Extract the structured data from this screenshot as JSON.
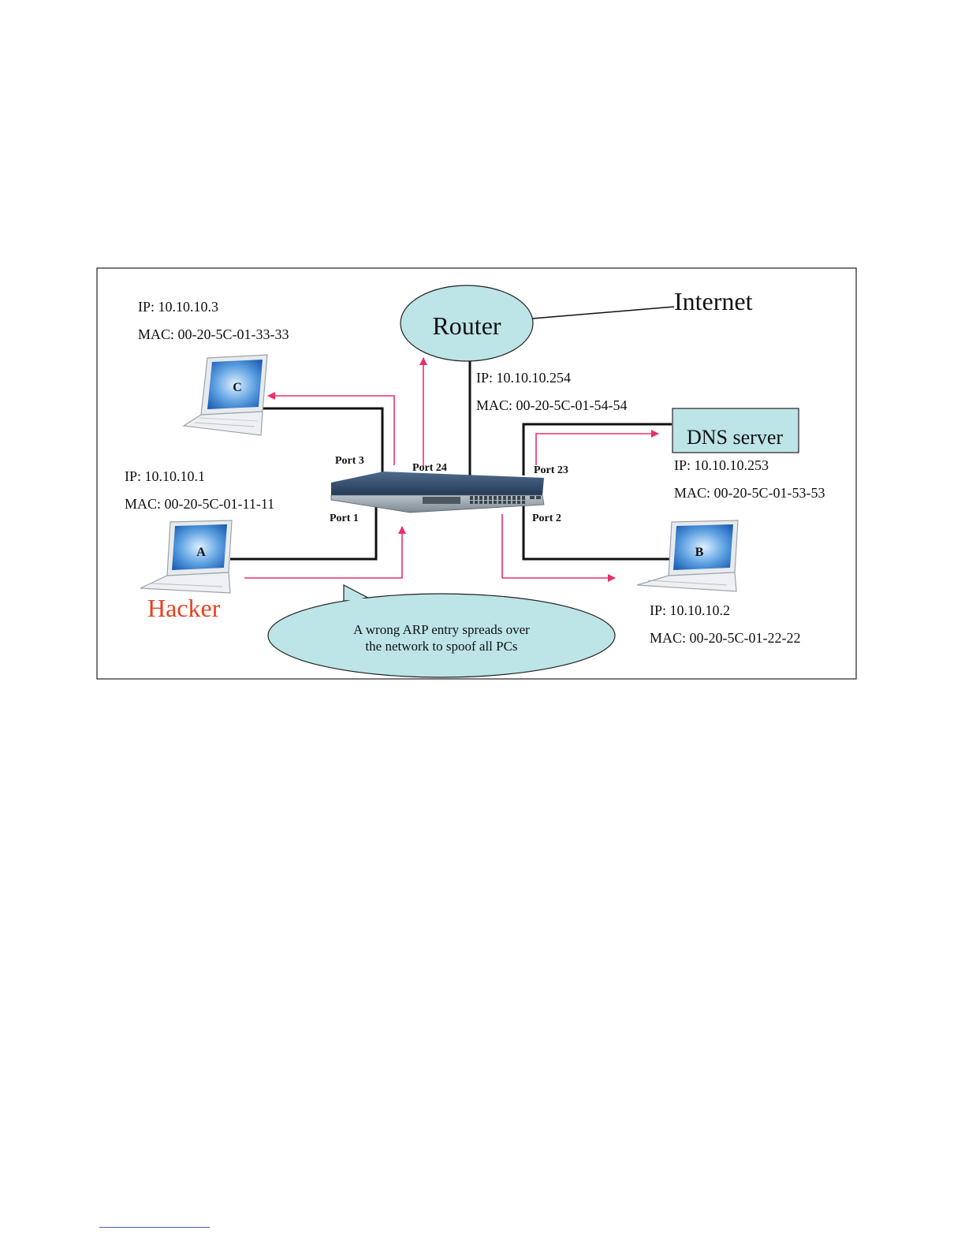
{
  "router": {
    "label": "Router",
    "ip": "IP: 10.10.10.254",
    "mac": "MAC: 00-20-5C-01-54-54"
  },
  "internet": {
    "label": "Internet"
  },
  "dns": {
    "label": "DNS server",
    "ip": "IP: 10.10.10.253",
    "mac": "MAC: 00-20-5C-01-53-53"
  },
  "pc_c": {
    "letter": "C",
    "ip": "IP: 10.10.10.3",
    "mac": "MAC: 00-20-5C-01-33-33"
  },
  "pc_a": {
    "letter": "A",
    "ip": "IP: 10.10.10.1",
    "mac": "MAC: 00-20-5C-01-11-11",
    "role": "Hacker"
  },
  "pc_b": {
    "letter": "B",
    "ip": "IP: 10.10.10.2",
    "mac": "MAC: 00-20-5C-01-22-22"
  },
  "ports": {
    "p1": "Port 1",
    "p2": "Port 2",
    "p3": "Port 3",
    "p23": "Port 23",
    "p24": "Port 24"
  },
  "callout": {
    "line1": "A wrong ARP entry spreads over",
    "line2": "the network to spoof all PCs"
  },
  "colors": {
    "arrow": "#e8306a",
    "bubble": "#bde4e6",
    "hacker": "#e8401c",
    "screen": "#2f79c8",
    "line": "#111111"
  }
}
